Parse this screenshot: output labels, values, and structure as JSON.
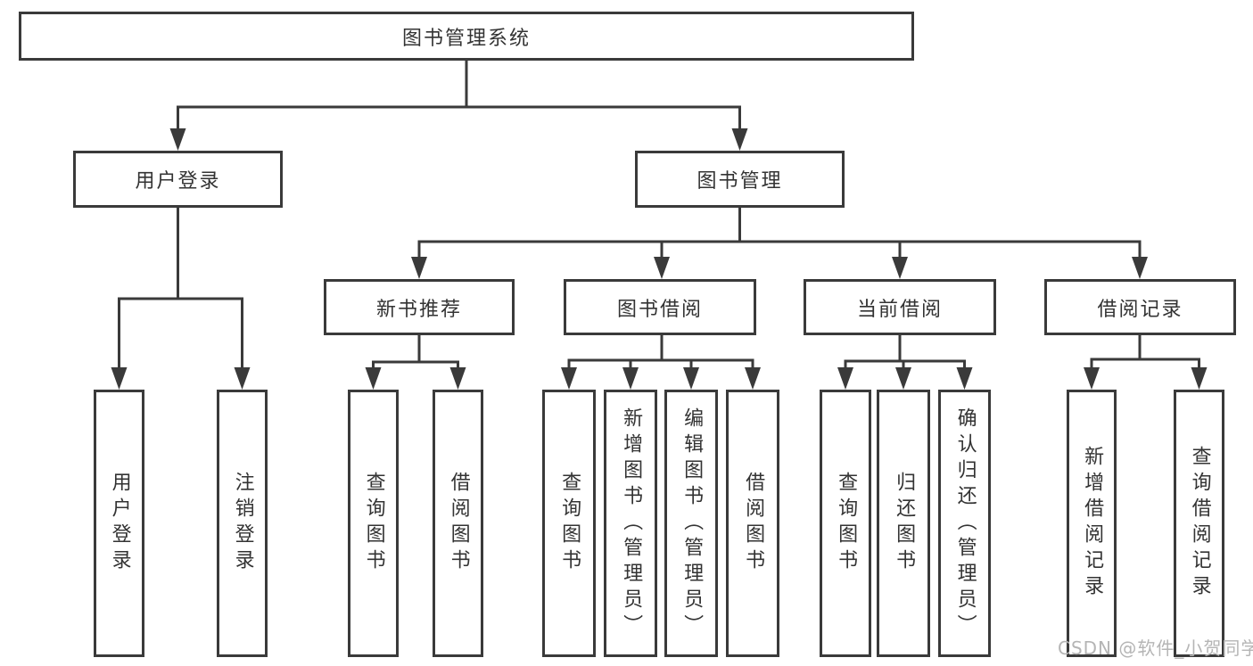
{
  "diagram": {
    "root": {
      "label": "图书管理系统"
    },
    "branches": [
      {
        "label": "用户登录",
        "leaves": [
          "用户登录",
          "注销登录"
        ]
      },
      {
        "label": "图书管理",
        "groups": [
          {
            "label": "新书推荐",
            "leaves": [
              "查询图书",
              "借阅图书"
            ]
          },
          {
            "label": "图书借阅",
            "leaves": [
              "查询图书",
              "新增图书（管理员）",
              "编辑图书（管理员）",
              "借阅图书"
            ]
          },
          {
            "label": "当前借阅",
            "leaves": [
              "查询图书",
              "归还图书",
              "确认归还（管理员）"
            ]
          },
          {
            "label": "借阅记录",
            "leaves": [
              "新增借阅记录",
              "查询借阅记录"
            ]
          }
        ]
      }
    ]
  },
  "watermark": {
    "text": "CSDN @软件_小贺同学"
  },
  "colors": {
    "line": "#3a3a3a",
    "text": "#333333",
    "watermark": "#b5b5b5",
    "background": "#ffffff"
  }
}
